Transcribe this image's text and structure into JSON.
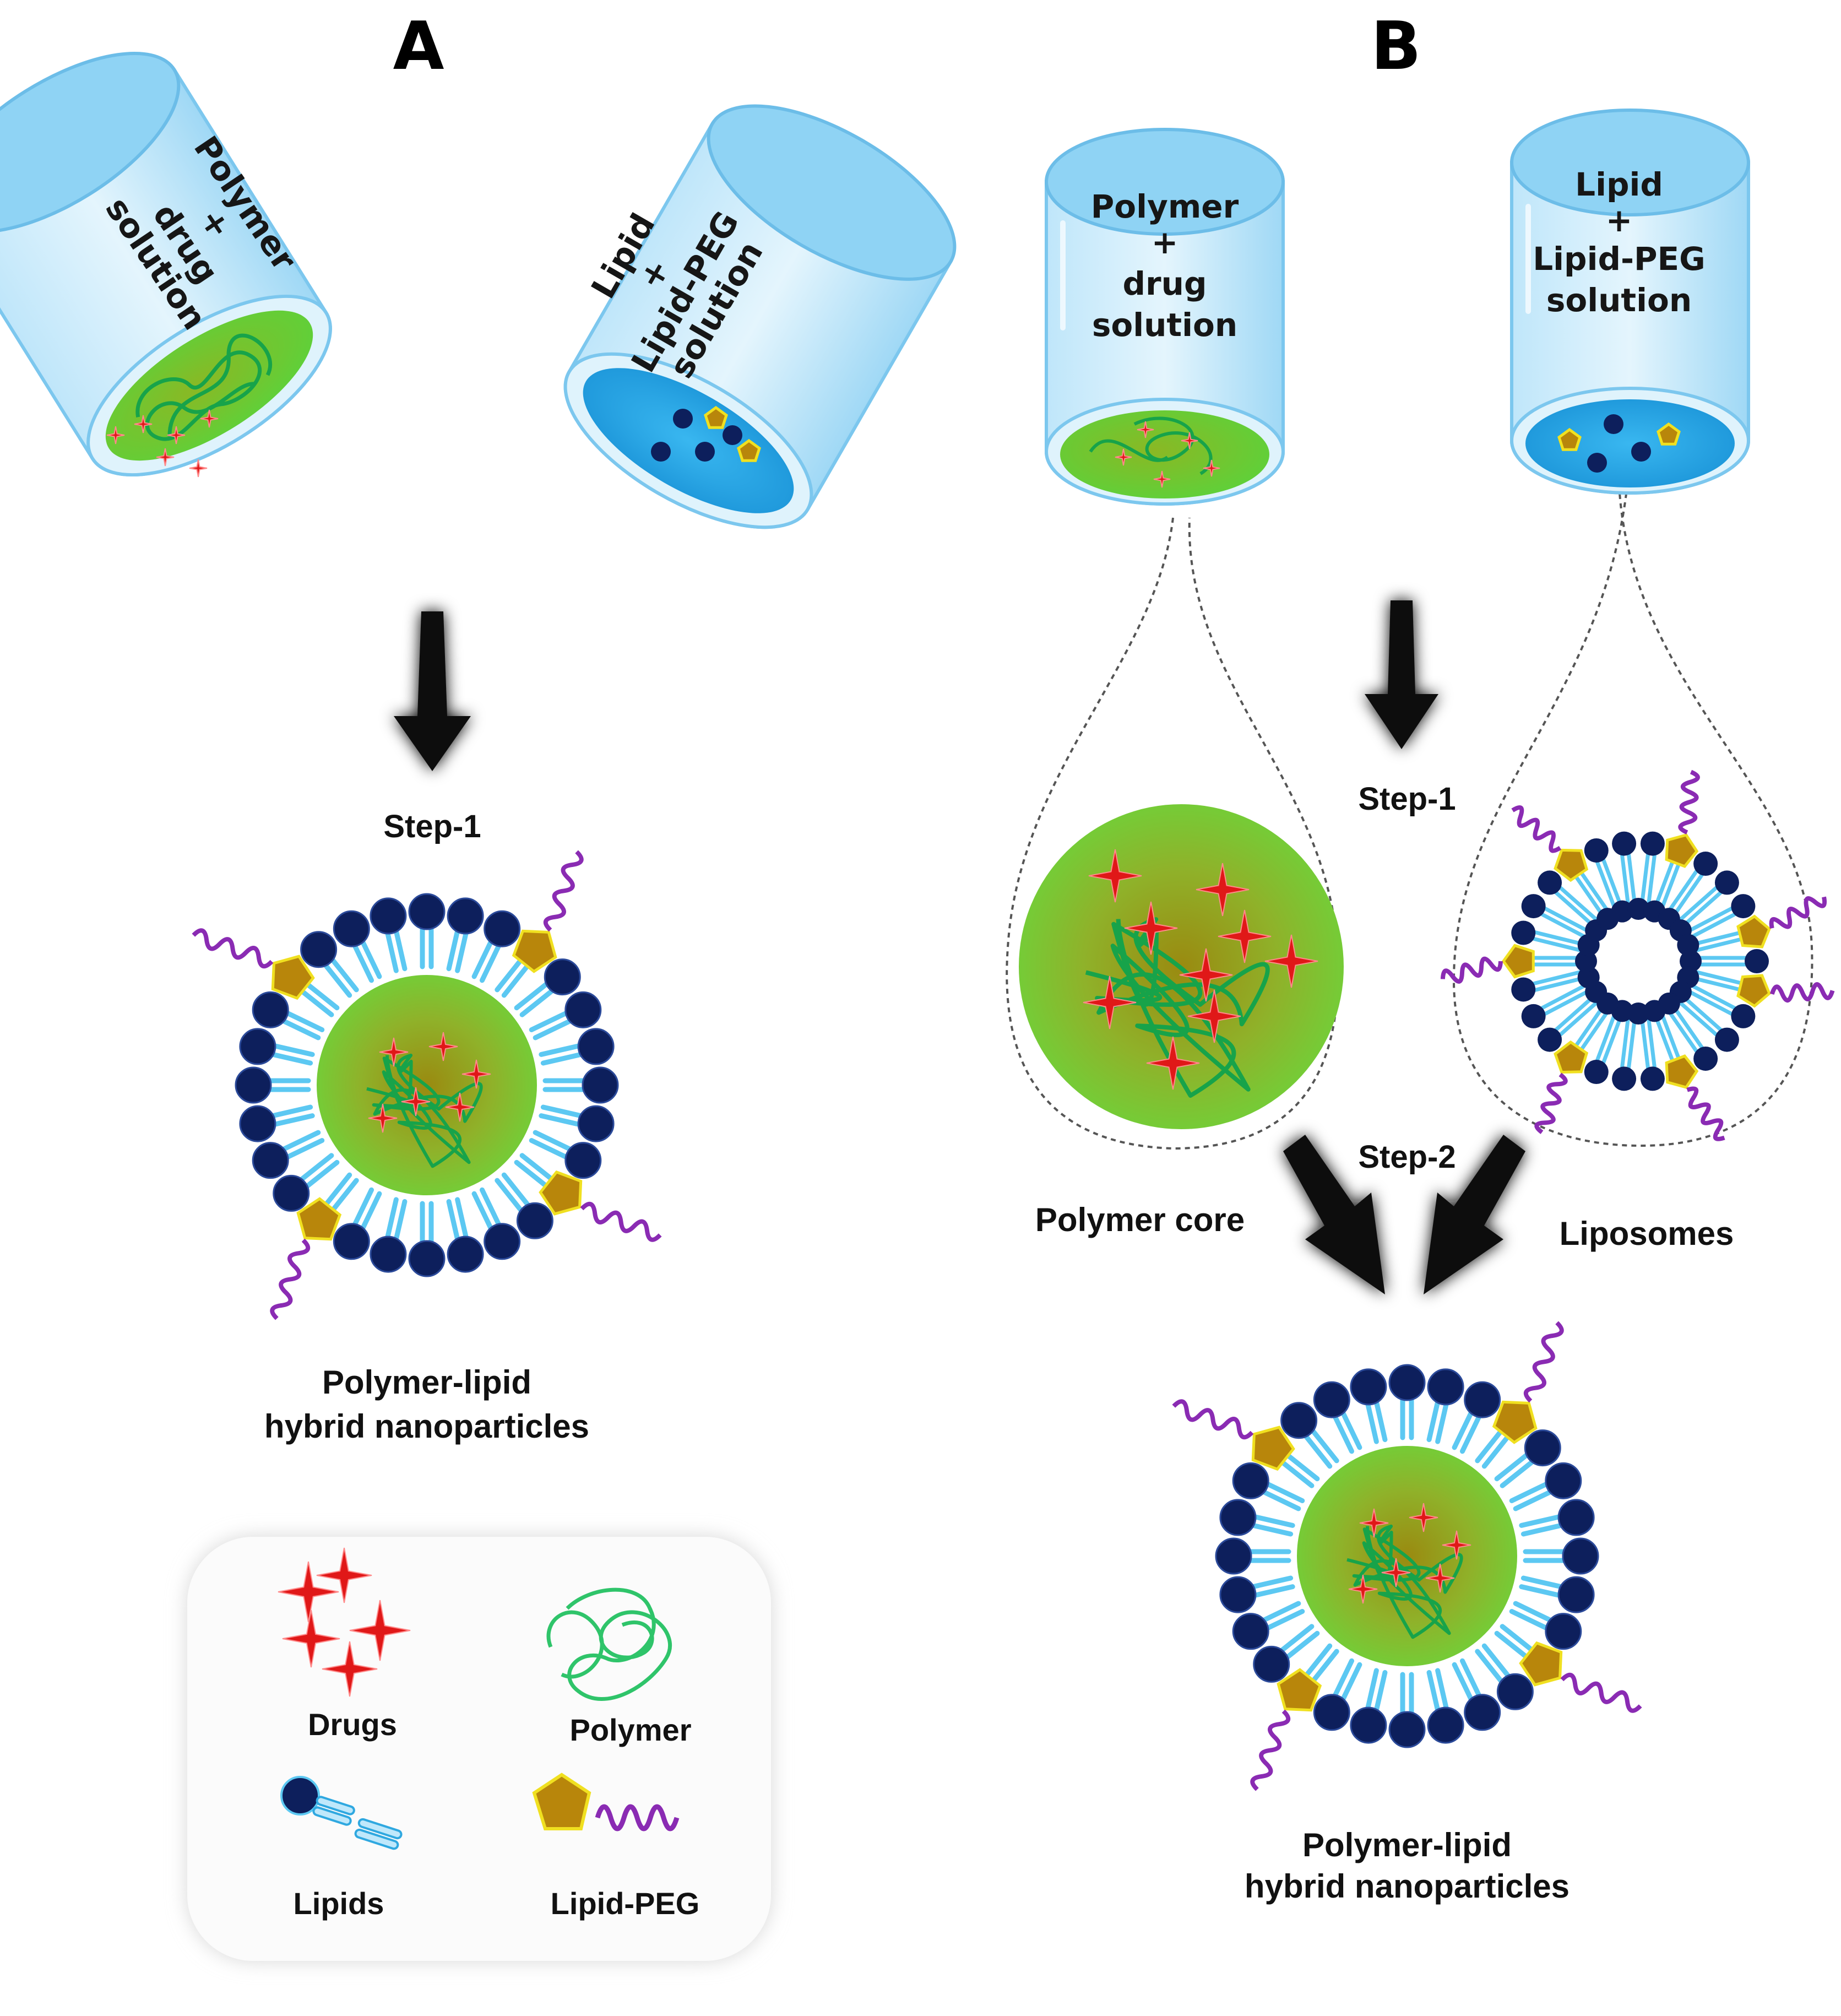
{
  "panels": {
    "a": "A",
    "b": "B"
  },
  "panel_a": {
    "beaker_polymer": [
      "Polymer",
      "+",
      "drug",
      "solution"
    ],
    "beaker_lipid": [
      "Lipid",
      "+",
      "Lipid-PEG",
      "solution"
    ],
    "step1": "Step-1",
    "product": [
      "Polymer-lipid",
      "hybrid nanoparticles"
    ]
  },
  "panel_b": {
    "beaker_polymer": [
      "Polymer",
      "+",
      "drug",
      "solution"
    ],
    "beaker_lipid": [
      "Lipid",
      "+",
      "Lipid-PEG",
      "solution"
    ],
    "step1": "Step-1",
    "step2": "Step-2",
    "core_label": "Polymer core",
    "liposome_label": "Liposomes",
    "product": [
      "Polymer-lipid",
      "hybrid nanoparticles"
    ]
  },
  "legend": {
    "drugs": "Drugs",
    "polymer": "Polymer",
    "lipids": "Lipids",
    "lipid_peg": "Lipid-PEG"
  },
  "colors": {
    "drug": "#e01818",
    "polymer": "#17a34a",
    "core_green": "#7fcf3a",
    "lipid_head": "#0d1f5c",
    "lipid_tail": "#5cc8f2",
    "peg_head": "#b8860b",
    "peg_chain": "#8a2bb3",
    "beaker": "#8fd3f4",
    "arrow": "#111111"
  }
}
